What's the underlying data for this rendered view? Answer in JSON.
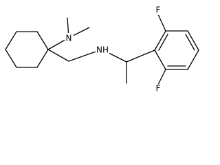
{
  "molecule": {
    "atoms": {
      "n_dimethyl": "N",
      "nh": "NH",
      "f_top": "F",
      "f_bottom": "F"
    }
  },
  "colors": {
    "bond": "#000000",
    "label": "#000000",
    "background": "#ffffff"
  }
}
